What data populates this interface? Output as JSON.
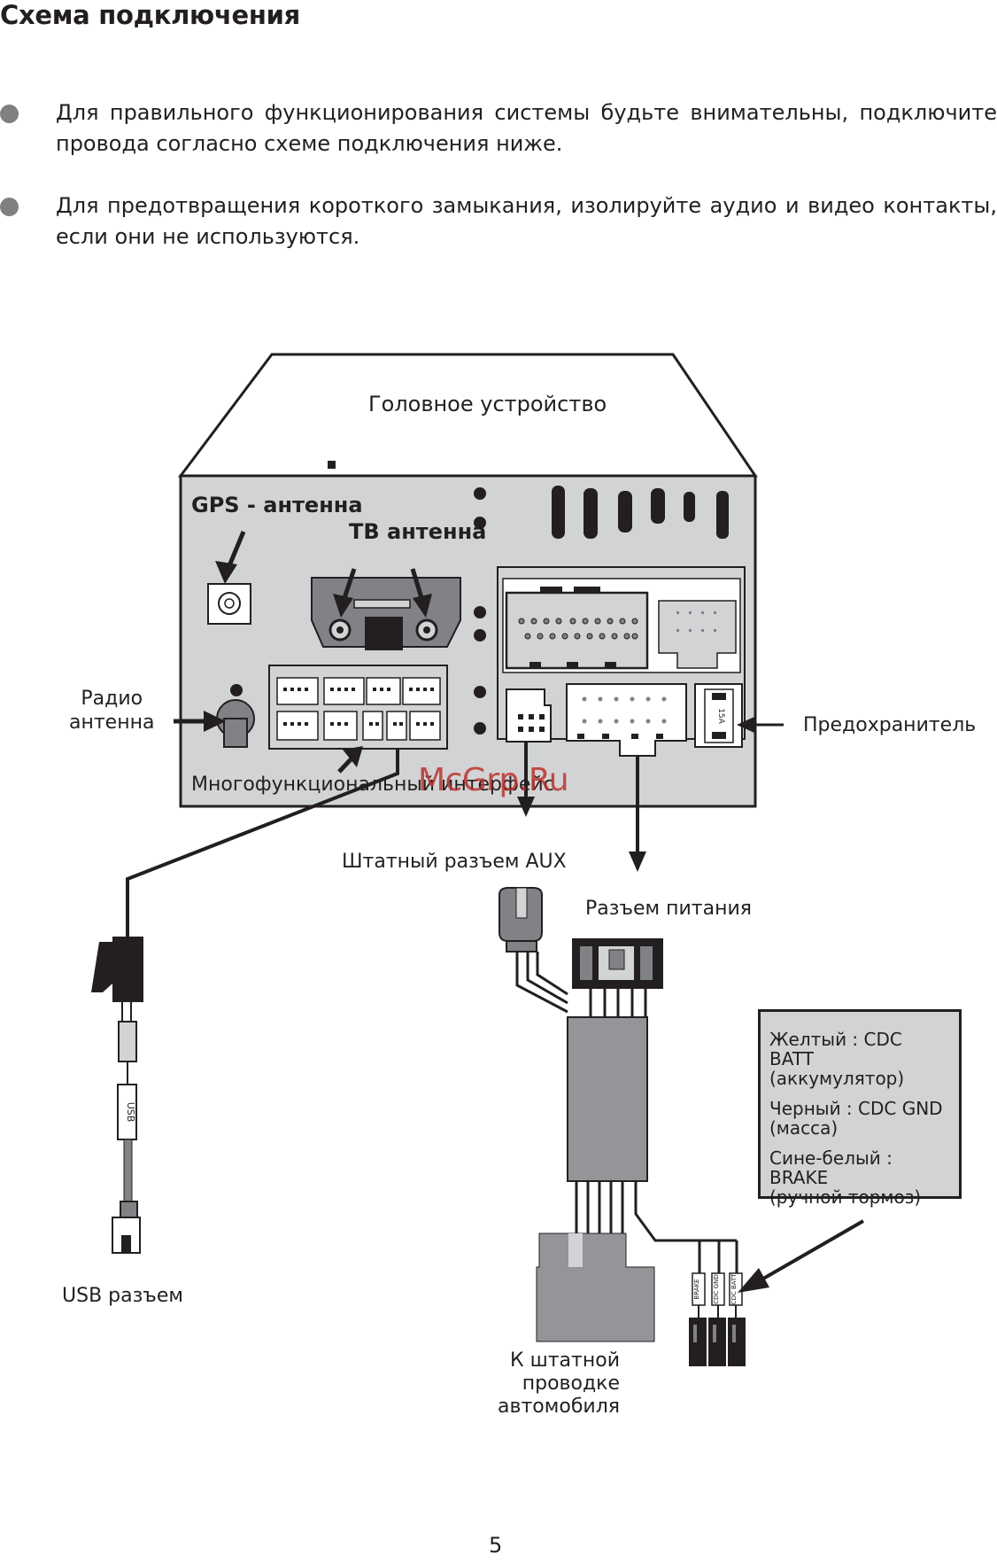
{
  "page": {
    "title": "Схема подключения",
    "bullets": [
      "Для правильного функционирования системы будьте внимательны, подключите провода согласно схеме подключения ниже.",
      "Для предотвращения короткого замыкания, изолируйте аудио и видео контакты, если они не используются."
    ],
    "page_number": "5",
    "watermark": "McGrp.Ru"
  },
  "diagram": {
    "head_unit": "Головное устройство",
    "gps_antenna": "GPS - антенна",
    "tv_antenna": "ТВ антенна",
    "radio_antenna": "Радио\nантенна",
    "multi_interface": "Многофункциональный интерфейс",
    "fuse": "Предохранитель",
    "fuse_mark": "15A",
    "aux": "Штатный разъем AUX",
    "power": "Разъем питания",
    "usb_plug": "USB",
    "usb_connector": "USB разъем",
    "vehicle_wiring": "К штатной\nпроводке\nавтомобиля",
    "wire_tags": [
      "BRAKE",
      "CDC GND",
      "CDC BATT"
    ],
    "legend": [
      "Желтый : CDC BATT\n(аккумулятор)",
      "Черный : CDC GND\n(масса)",
      "Сине-белый : BRAKE\n(ручной тормоз)"
    ]
  },
  "colors": {
    "panel": "#d1d3d4",
    "outline": "#231f20",
    "connector_dark": "#808285",
    "module": "#939598",
    "watermark": "#c0312b"
  }
}
